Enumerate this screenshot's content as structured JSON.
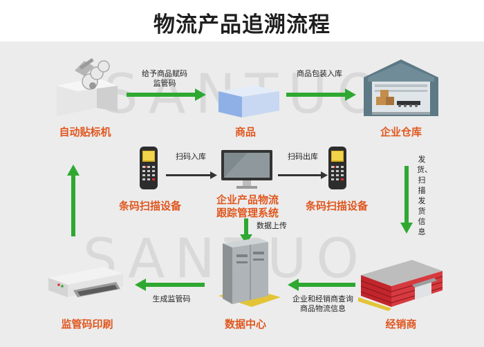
{
  "title": "物流产品追溯流程",
  "watermark": "SANTUO",
  "colors": {
    "label": "#e0571f",
    "arrow": "#2fa832",
    "panel": "#ececec"
  },
  "nodes": {
    "auto_labeler": "自动贴标机",
    "product": "商品",
    "warehouse": "企业仓库",
    "scanner_left": "条码扫描设备",
    "tracking_system_line1": "企业产品物流",
    "tracking_system_line2": "跟踪管理系统",
    "scanner_right": "条码扫描设备",
    "code_printer": "监管码印刷",
    "data_center": "数据中心",
    "distributor": "经销商"
  },
  "edges": {
    "assign_code_line1": "给予商品赋码",
    "assign_code_line2": "监管码",
    "pack_in": "商品包装入库",
    "scan_in": "扫码入库",
    "scan_out": "扫码出库",
    "ship_scan": "发货、扫描发货信息",
    "upload": "数据上传",
    "query_line1": "企业和经销商查询",
    "query_line2": "商品物流信息",
    "gen_code": "生成监管码"
  }
}
